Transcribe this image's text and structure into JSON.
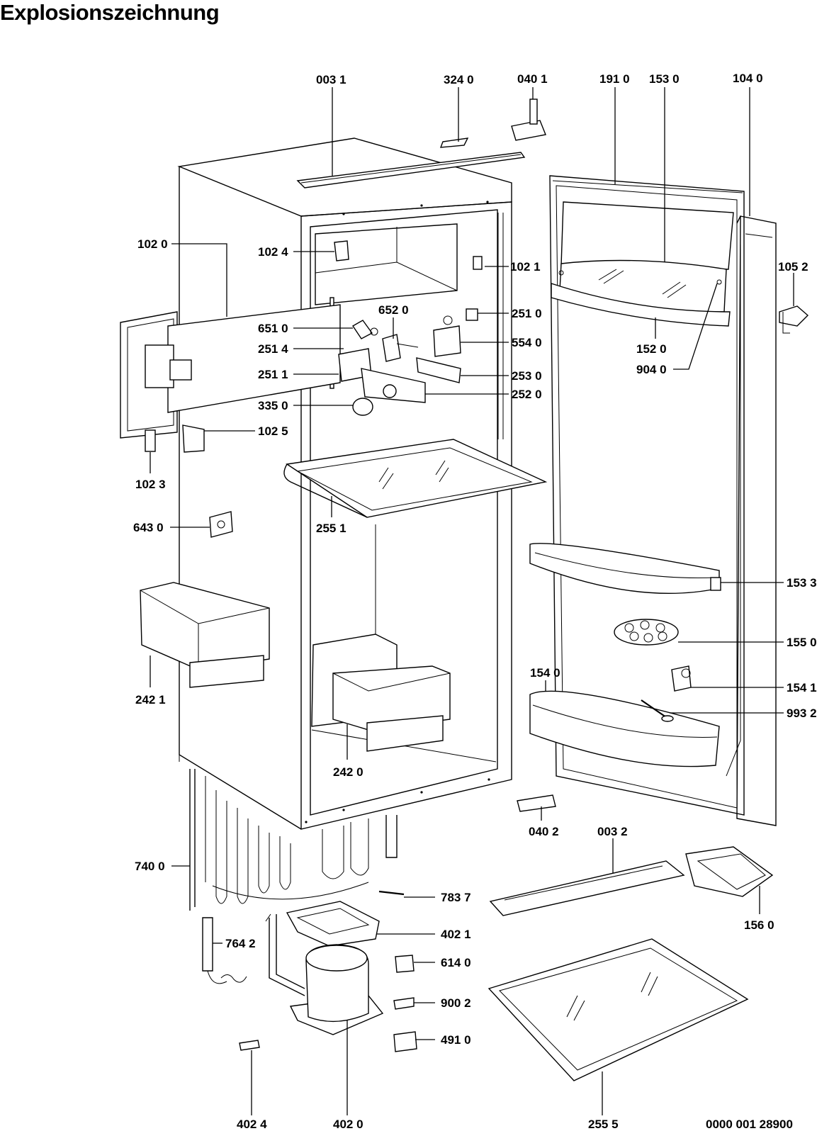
{
  "title": "Explosionszeichnung",
  "document_number": "0000 001 28900",
  "labels": [
    {
      "id": "l0031",
      "text": "003 1"
    },
    {
      "id": "l3240",
      "text": "324 0"
    },
    {
      "id": "l0401",
      "text": "040 1"
    },
    {
      "id": "l1910",
      "text": "191 0"
    },
    {
      "id": "l1530",
      "text": "153 0"
    },
    {
      "id": "l1040",
      "text": "104 0"
    },
    {
      "id": "l1020",
      "text": "102 0"
    },
    {
      "id": "l1024",
      "text": "102 4"
    },
    {
      "id": "l1021",
      "text": "102 1"
    },
    {
      "id": "l1052",
      "text": "105 2"
    },
    {
      "id": "l6520",
      "text": "652 0"
    },
    {
      "id": "l2510",
      "text": "251 0"
    },
    {
      "id": "l6510",
      "text": "651 0"
    },
    {
      "id": "l5540",
      "text": "554 0"
    },
    {
      "id": "l2514",
      "text": "251 4"
    },
    {
      "id": "l1520",
      "text": "152 0"
    },
    {
      "id": "l2511",
      "text": "251 1"
    },
    {
      "id": "l2530",
      "text": "253 0"
    },
    {
      "id": "l9040",
      "text": "904 0"
    },
    {
      "id": "l2520",
      "text": "252 0"
    },
    {
      "id": "l3350",
      "text": "335 0"
    },
    {
      "id": "l1025",
      "text": "102 5"
    },
    {
      "id": "l1023",
      "text": "102 3"
    },
    {
      "id": "l6430",
      "text": "643 0"
    },
    {
      "id": "l2551",
      "text": "255 1"
    },
    {
      "id": "l1533",
      "text": "153 3"
    },
    {
      "id": "l1550",
      "text": "155 0"
    },
    {
      "id": "l2421",
      "text": "242 1"
    },
    {
      "id": "l1540",
      "text": "154 0"
    },
    {
      "id": "l1541",
      "text": "154 1"
    },
    {
      "id": "l9932",
      "text": "993 2"
    },
    {
      "id": "l2420",
      "text": "242 0"
    },
    {
      "id": "l0402",
      "text": "040 2"
    },
    {
      "id": "l0032",
      "text": "003 2"
    },
    {
      "id": "l7400",
      "text": "740 0"
    },
    {
      "id": "l7837",
      "text": "783 7"
    },
    {
      "id": "l1560",
      "text": "156 0"
    },
    {
      "id": "l4021",
      "text": "402 1"
    },
    {
      "id": "l7642",
      "text": "764 2"
    },
    {
      "id": "l6140",
      "text": "614 0"
    },
    {
      "id": "l9002",
      "text": "900 2"
    },
    {
      "id": "l4910",
      "text": "491 0"
    },
    {
      "id": "l4024",
      "text": "402 4"
    },
    {
      "id": "l4020",
      "text": "402 0"
    },
    {
      "id": "l2555",
      "text": "255 5"
    }
  ]
}
